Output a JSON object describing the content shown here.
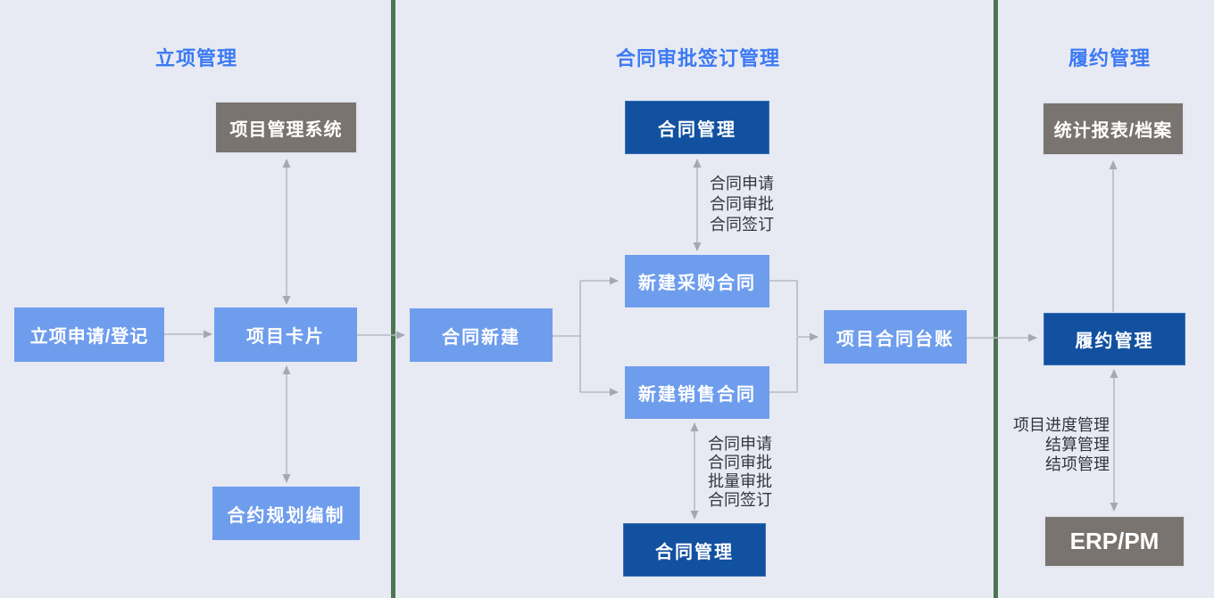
{
  "diagram": {
    "kind": "flowchart",
    "colors": {
      "background": "#e8eaf3",
      "divider_green": "#4d7453",
      "title_blue": "#3c7af4",
      "box_blue": "#6f9ded",
      "box_dark_blue": "#11519f",
      "box_gray": "#7a7470",
      "arrow_gray": "#b6bac3",
      "step_label_text": "#33343c",
      "box_text": "#ffffff"
    },
    "sections": {
      "initiation": {
        "title": "立项管理"
      },
      "contract": {
        "title": "合同审批签订管理"
      },
      "performance": {
        "title": "履约管理"
      }
    },
    "boxes": {
      "pm_system": "项目管理系统",
      "apply": "立项申请/登记",
      "project_card": "项目卡片",
      "contract_planning": "合约规划编制",
      "contract_mgmt_top": "合同管理",
      "contract_new": "合同新建",
      "new_purchase": "新建采购合同",
      "new_sales": "新建销售合同",
      "contract_ledger": "项目合同台账",
      "contract_mgmt_bottom": "合同管理",
      "report_archive": "统计报表/档案",
      "perf_mgmt": "履约管理",
      "erp_pm": "ERP/PM"
    },
    "flow_labels": {
      "contract_top": [
        "合同申请",
        "合同审批",
        "合同签订"
      ],
      "contract_bottom": [
        "合同申请",
        "合同审批",
        "批量审批",
        "合同签订"
      ],
      "performance_side": [
        "项目进度管理",
        "结算管理",
        "结项管理"
      ]
    }
  }
}
